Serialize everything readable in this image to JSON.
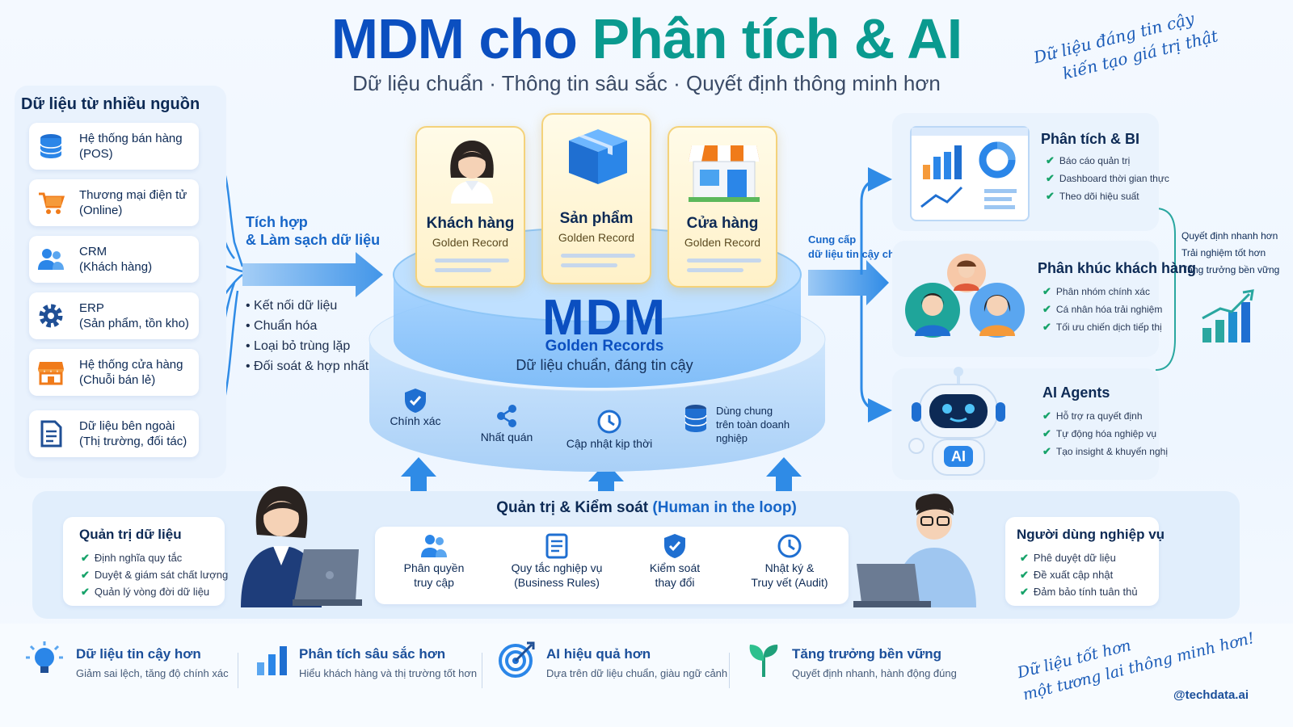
{
  "header": {
    "title_part1": "MDM cho ",
    "title_part2": "Phân tích & AI",
    "subtitle": "Dữ liệu chuẩn · Thông tin sâu sắc · Quyết định thông minh hơn",
    "tagline_line1": "Dữ liệu đáng tin cậy",
    "tagline_line2": "kiến tạo giá trị thật"
  },
  "sources": {
    "title": "Dữ liệu từ nhiều nguồn",
    "items": [
      {
        "name": "Hệ thống bán hàng",
        "sub": "(POS)",
        "icon": "database-icon"
      },
      {
        "name": "Thương mại điện tử",
        "sub": "(Online)",
        "icon": "shopping-cart-icon"
      },
      {
        "name": "CRM",
        "sub": "(Khách hàng)",
        "icon": "users-icon"
      },
      {
        "name": "ERP",
        "sub": "(Sản phẩm, tồn kho)",
        "icon": "gear-icon"
      },
      {
        "name": "Hệ thống cửa hàng",
        "sub": "(Chuỗi bán lẻ)",
        "icon": "store-icon"
      },
      {
        "name": "Dữ liệu bên ngoài",
        "sub": "(Thị trường, đối tác)",
        "icon": "document-icon"
      }
    ]
  },
  "integration": {
    "label_line1": "Tích hợp",
    "label_line2": "& Làm sạch dữ liệu",
    "bullets": [
      "Kết nối dữ liệu",
      "Chuẩn hóa",
      "Loại bỏ trùng lặp",
      "Đối soát & hợp nhất"
    ]
  },
  "golden_cards": [
    {
      "name": "Khách hàng",
      "sub": "Golden Record",
      "icon": "customer-avatar-icon"
    },
    {
      "name": "Sản phẩm",
      "sub": "Golden Record",
      "icon": "product-box-icon"
    },
    {
      "name": "Cửa hàng",
      "sub": "Golden Record",
      "icon": "store-front-icon"
    }
  ],
  "mdm": {
    "title": "MDM",
    "subtitle": "Golden Records",
    "tagline": "Dữ liệu chuẩn, đáng tin cậy",
    "features": [
      {
        "label": "Chính xác",
        "icon": "shield-check-icon"
      },
      {
        "label": "Nhất quán",
        "icon": "share-icon"
      },
      {
        "label": "Cập nhật kịp thời",
        "icon": "clock-icon"
      },
      {
        "label_line1": "Dùng chung",
        "label_line2": "trên toàn doanh nghiệp",
        "icon": "database-icon"
      }
    ]
  },
  "supply": {
    "label_line1": "Cung cấp",
    "label_line2": "dữ liệu tin cậy cho"
  },
  "outputs": [
    {
      "title": "Phân tích & BI",
      "items": [
        "Báo cáo quản trị",
        "Dashboard thời gian thực",
        "Theo dõi hiệu suất"
      ]
    },
    {
      "title": "Phân khúc khách hàng",
      "items": [
        "Phân nhóm chính xác",
        "Cá nhân hóa trải nghiệm",
        "Tối ưu chiến dịch tiếp thị"
      ]
    },
    {
      "title": "AI Agents",
      "items": [
        "Hỗ trợ ra quyết định",
        "Tự động hóa nghiệp vụ",
        "Tạo insight & khuyến nghị"
      ],
      "badge": "AI"
    }
  ],
  "benefits": [
    "Quyết định nhanh hơn",
    "Trải nghiệm tốt hơn",
    "Tăng trưởng bền vững"
  ],
  "governance": {
    "title": "Quản trị & Kiểm soát",
    "title_accent": "(Human in the loop)",
    "left": {
      "title": "Quản trị dữ liệu",
      "items": [
        "Định nghĩa quy tắc",
        "Duyệt & giám sát chất lượng",
        "Quản lý vòng đời dữ liệu"
      ]
    },
    "center": [
      {
        "line1": "Phân quyền",
        "line2": "truy cập",
        "icon": "users-icon"
      },
      {
        "line1": "Quy tắc nghiệp vụ",
        "line2": "(Business Rules)",
        "icon": "document-icon"
      },
      {
        "line1": "Kiểm soát",
        "line2": "thay đổi",
        "icon": "shield-check-icon"
      },
      {
        "line1": "Nhật ký &",
        "line2": "Truy vết (Audit)",
        "icon": "clock-icon"
      }
    ],
    "right": {
      "title": "Người dùng nghiệp vụ",
      "items": [
        "Phê duyệt dữ liệu",
        "Đề xuất cập nhật",
        "Đảm bảo tính tuân thủ"
      ]
    }
  },
  "footer": {
    "items": [
      {
        "title": "Dữ liệu tin cậy hơn",
        "sub": "Giảm sai lệch, tăng độ chính xác",
        "icon": "lightbulb-icon"
      },
      {
        "title": "Phân tích sâu sắc hơn",
        "sub": "Hiểu khách hàng và thị trường tốt hơn",
        "icon": "bar-chart-icon"
      },
      {
        "title": "AI hiệu quả hơn",
        "sub": "Dựa trên dữ liệu chuẩn, giàu ngữ cảnh",
        "icon": "target-icon"
      },
      {
        "title": "Tăng trưởng bền vững",
        "sub": "Quyết định nhanh, hành động đúng",
        "icon": "sprout-icon"
      }
    ],
    "slogan_line1": "Dữ liệu tốt hơn",
    "slogan_line2": "một tương lai thông minh hơn!",
    "handle": "@techdata.ai"
  },
  "colors": {
    "primary": "#0b4fc0",
    "teal": "#0a9a8f",
    "accent_blue": "#1766c8",
    "check_green": "#17a36a",
    "gold": "#f4d27a"
  }
}
